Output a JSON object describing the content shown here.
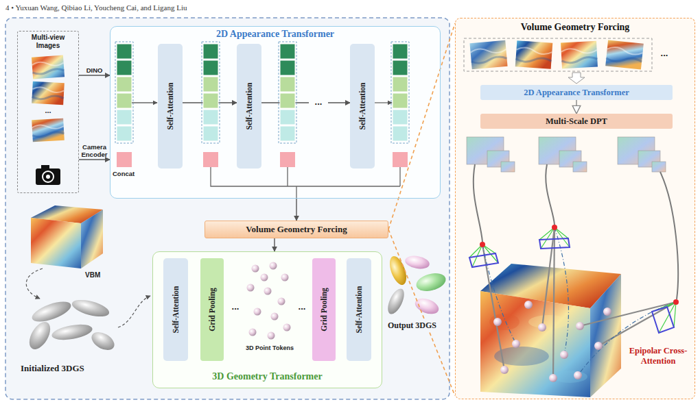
{
  "diagram": {
    "nodes": [
      {
        "text": [
          "Multi-view Images"
        ]
      },
      {
        "text": [
          "2D Appearance Transformer"
        ]
      },
      {
        "text": [
          "Self-Attention"
        ],
        "in": 1
      },
      {
        "text": [
          "Self-Attention"
        ],
        "in": 1
      },
      {
        "text": [
          "Self-Attention"
        ],
        "in": 1
      },
      {
        "text": [
          "Volume Geometry Forcing"
        ]
      },
      {
        "text": [
          "3D Geometry Transformer"
        ]
      },
      {
        "text": [
          "Self-Attention"
        ],
        "in": 6
      },
      {
        "text": [
          "Grid Pooling"
        ],
        "in": 6
      },
      {
        "text": [
          "Grid Pooling"
        ],
        "in": 6
      },
      {
        "text": [
          "Self-Attention"
        ],
        "in": 6
      },
      {
        "text": [
          "Volume Geometry Forcing"
        ]
      },
      {
        "text": [
          "2D Appearance Transformer"
        ],
        "in": 11
      },
      {
        "text": [
          "Multi-Scale DPT"
        ],
        "in": 11
      }
    ],
    "edges": [
      {
        "from": 0,
        "to": 1,
        "label": "DINO",
        "arrow": "to"
      },
      {
        "from": 0,
        "to": 1,
        "label": "Camera Encoder",
        "arrow": "to"
      },
      {
        "from": 2,
        "to": 3,
        "arrow": "to"
      },
      {
        "from": 3,
        "to": 4,
        "arrow": "to"
      },
      {
        "from": 1,
        "to": 5,
        "arrow": "to"
      },
      {
        "from": 5,
        "to": 6,
        "arrow": "to"
      },
      {
        "from": 5,
        "to": 11,
        "arrow": "none"
      },
      {
        "from": 12,
        "to": 13,
        "arrow": "to"
      }
    ],
    "labels": [
      "4 • Yuxuan Wang, Qibiao Li, Youcheng Cai, and Ligang Liu",
      "...",
      "Concat",
      "...",
      "VBM",
      "Initialized 3DGS",
      "...",
      "3D Point Tokens",
      "...",
      "Output 3DGS",
      "...",
      "Epipolar Cross-Attention"
    ]
  }
}
